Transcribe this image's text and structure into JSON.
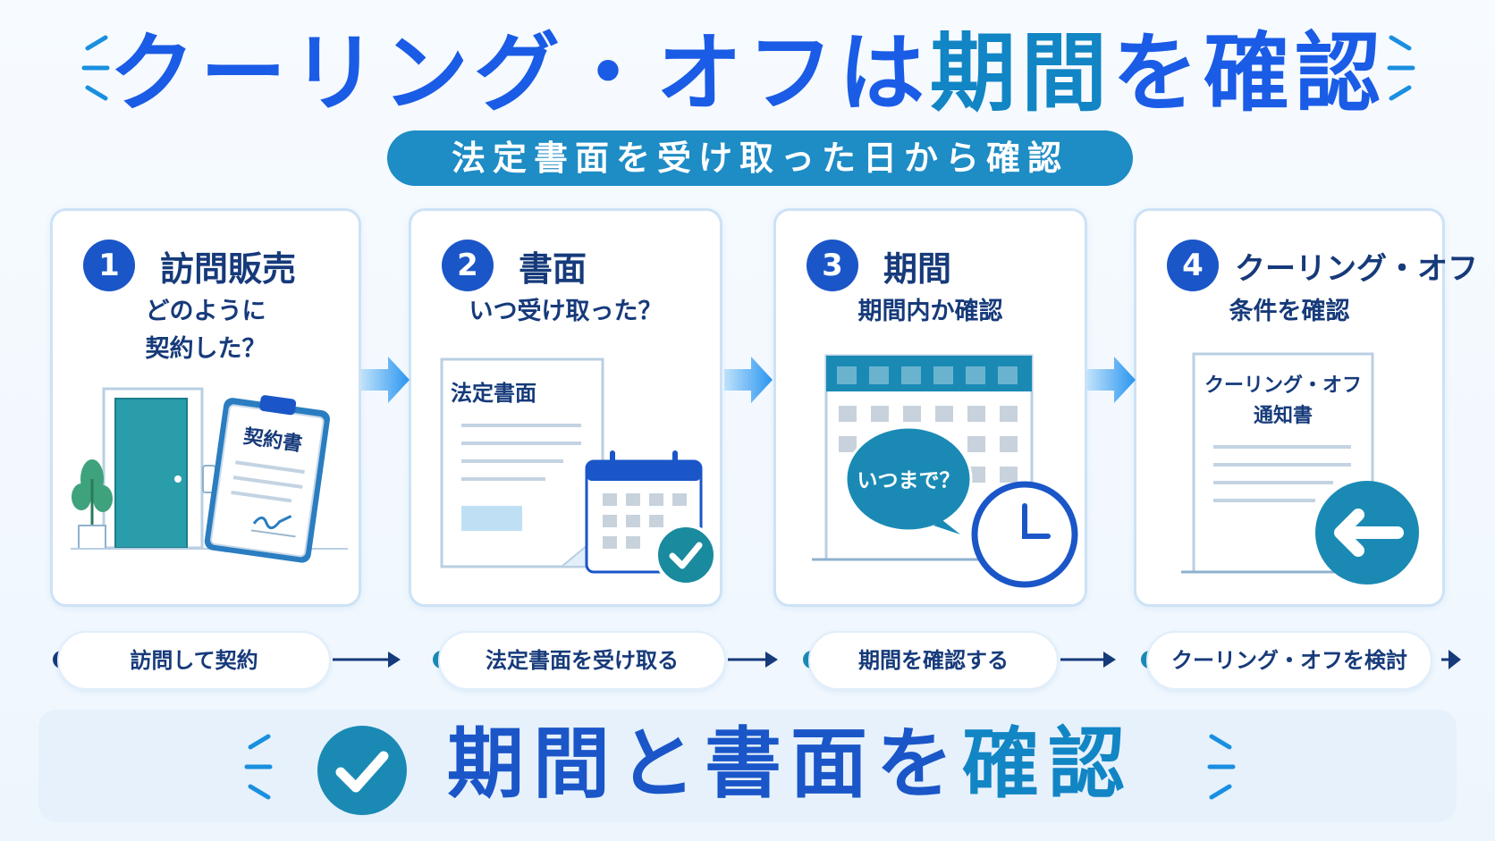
{
  "header": {
    "title_part1": "クーリング・オフは",
    "title_accent": "期間",
    "title_part2": "を確認",
    "subtitle": "法定書面を受け取った日から確認"
  },
  "steps": [
    {
      "number": "1",
      "title": "訪問販売",
      "question_line1": "どのように",
      "question_line2": "契約した？",
      "label": "訪問して契約",
      "art_text": "契約書"
    },
    {
      "number": "2",
      "title": "書面",
      "question_line1": "いつ受け取った？",
      "question_line2": "",
      "label": "法定書面を受け取る",
      "art_text": "法定書面"
    },
    {
      "number": "3",
      "title": "期間",
      "question_line1": "期間内か確認",
      "question_line2": "",
      "label": "期間を確認する",
      "art_text": "いつまで？"
    },
    {
      "number": "4",
      "title": "クーリング・オフ",
      "question_line1": "条件を確認",
      "question_line2": "",
      "label": "クーリング・オフを検討",
      "art_text_line1": "クーリング・オフ",
      "art_text_line2": "通知書"
    }
  ],
  "footer": {
    "text_part1": "期間と書面を",
    "text_accent": "確認"
  },
  "colors": {
    "primary": "#1a56c8",
    "title_blue": "#1a5ce6",
    "teal": "#1285c4",
    "pill_bg": "#1e8cc5",
    "navy_text": "#163a7a",
    "card_border": "#cde2f6"
  },
  "icons": [
    "door-icon",
    "plant-icon",
    "clipboard-icon",
    "document-icon",
    "calendar-icon",
    "check-icon",
    "clock-icon",
    "speech-bubble-icon",
    "back-arrow-icon",
    "flow-arrow-icon"
  ]
}
